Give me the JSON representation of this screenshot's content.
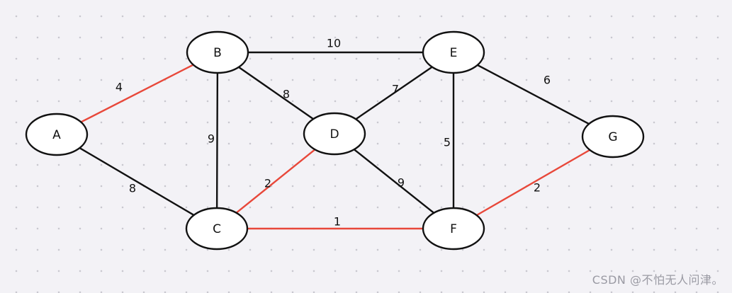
{
  "diagram": {
    "nodes": [
      {
        "id": "A",
        "label": "A"
      },
      {
        "id": "B",
        "label": "B"
      },
      {
        "id": "C",
        "label": "C"
      },
      {
        "id": "D",
        "label": "D"
      },
      {
        "id": "E",
        "label": "E"
      },
      {
        "id": "F",
        "label": "F"
      },
      {
        "id": "G",
        "label": "G"
      }
    ],
    "edges": [
      {
        "from": "A",
        "to": "B",
        "weight": "4",
        "highlighted": true
      },
      {
        "from": "A",
        "to": "C",
        "weight": "8",
        "highlighted": false
      },
      {
        "from": "B",
        "to": "C",
        "weight": "9",
        "highlighted": false
      },
      {
        "from": "B",
        "to": "D",
        "weight": "8",
        "highlighted": false
      },
      {
        "from": "B",
        "to": "E",
        "weight": "10",
        "highlighted": false
      },
      {
        "from": "C",
        "to": "D",
        "weight": "2",
        "highlighted": true
      },
      {
        "from": "C",
        "to": "F",
        "weight": "1",
        "highlighted": true
      },
      {
        "from": "D",
        "to": "E",
        "weight": "7",
        "highlighted": false
      },
      {
        "from": "D",
        "to": "F",
        "weight": "9",
        "highlighted": false
      },
      {
        "from": "E",
        "to": "F",
        "weight": "5",
        "highlighted": false
      },
      {
        "from": "E",
        "to": "G",
        "weight": "6",
        "highlighted": false
      },
      {
        "from": "F",
        "to": "G",
        "weight": "2",
        "highlighted": true
      }
    ],
    "colors": {
      "edge": "#111111",
      "highlight": "#e8483a",
      "node_fill": "#ffffff",
      "node_stroke": "#111111",
      "background": "#f3f2f6"
    }
  },
  "watermark": "CSDN @不怕无人问津。"
}
